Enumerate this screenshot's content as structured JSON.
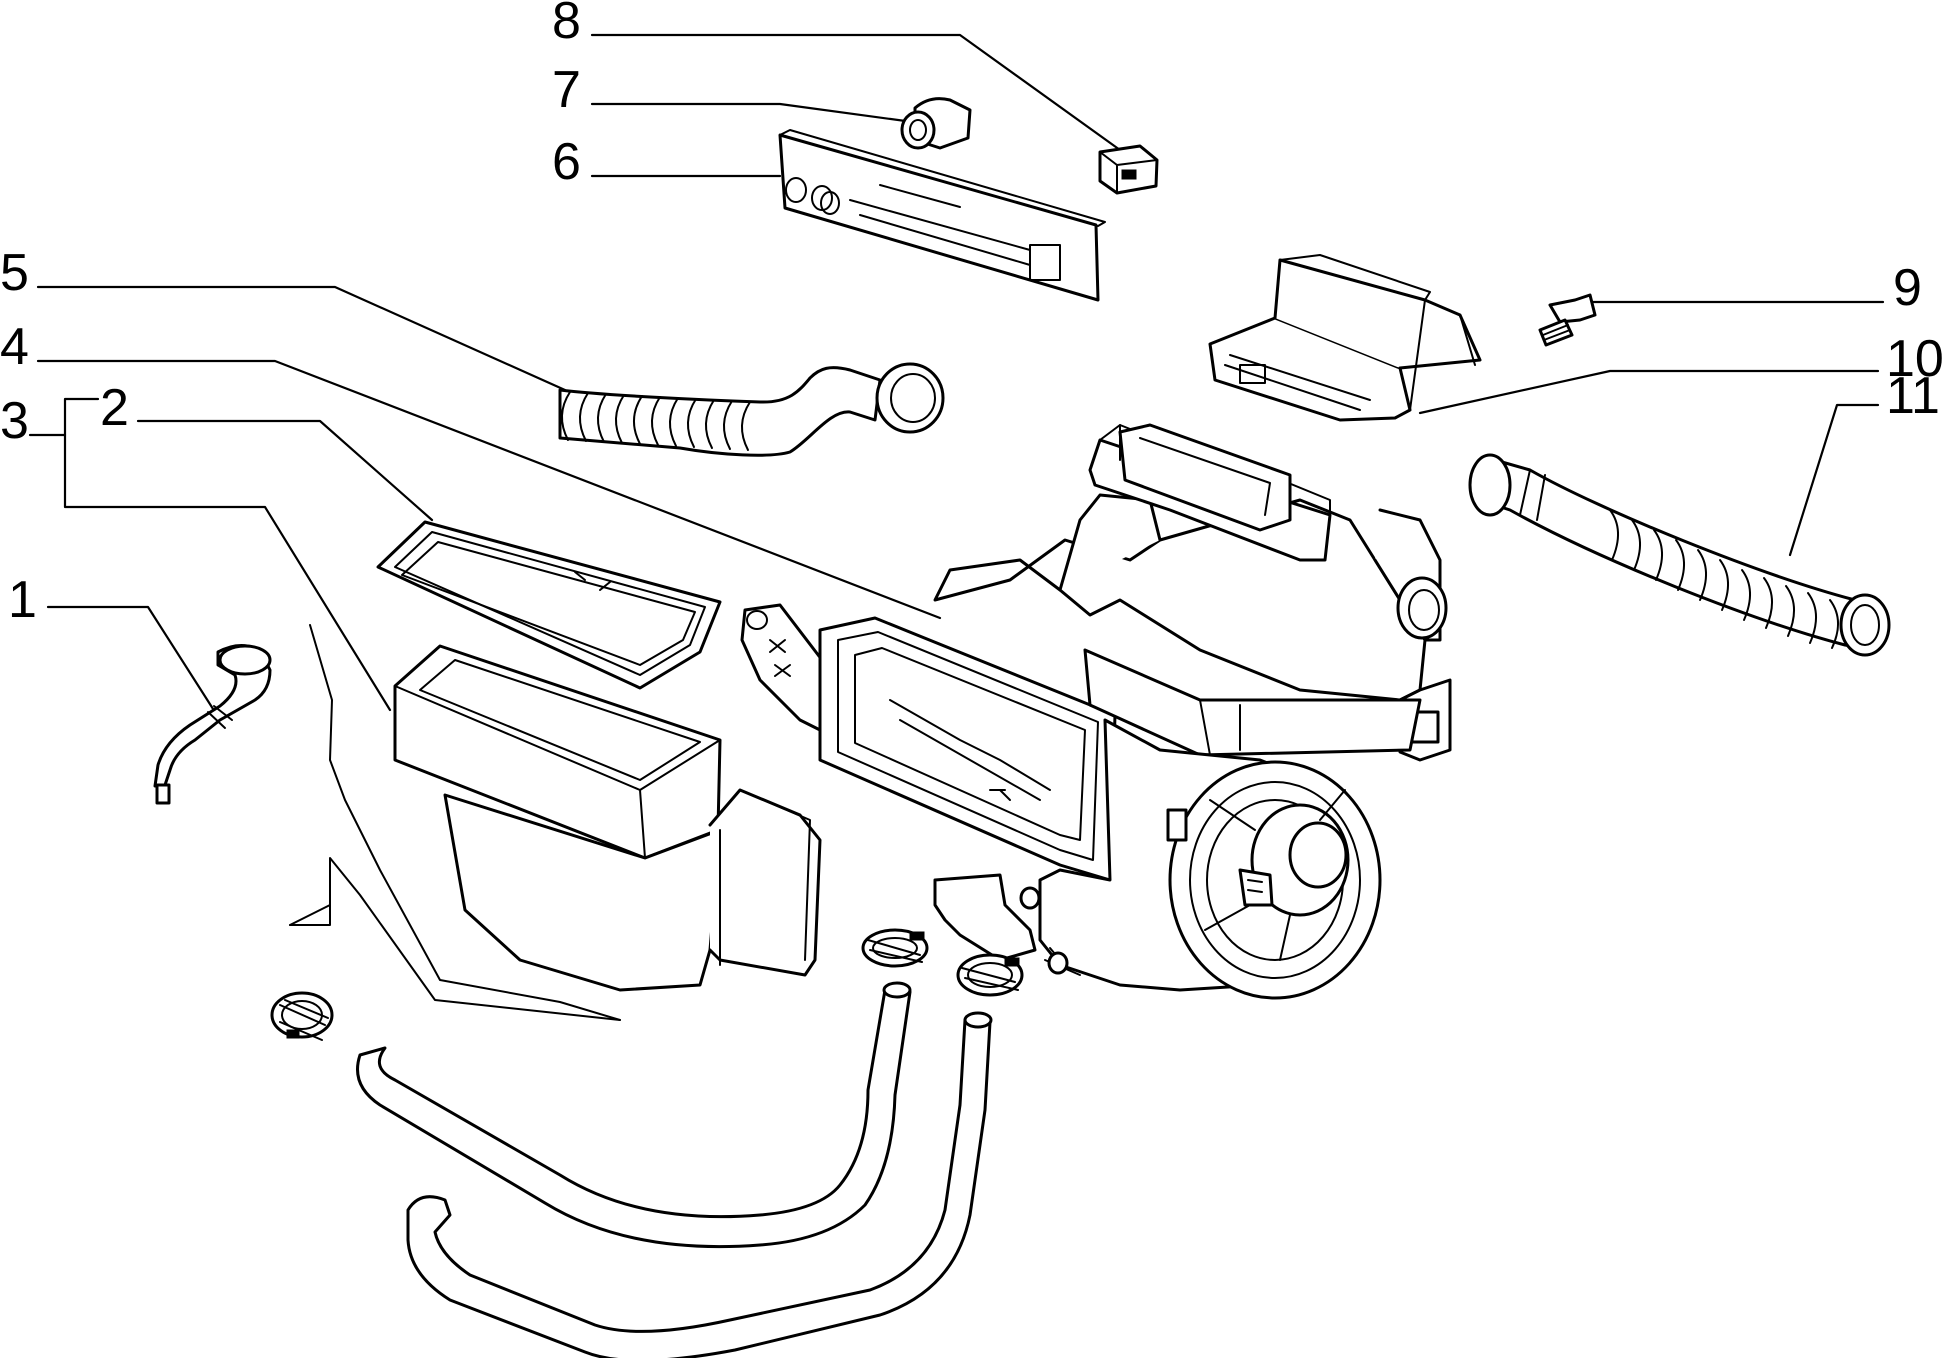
{
  "diagram": {
    "callouts": [
      {
        "id": "1",
        "label": "1"
      },
      {
        "id": "2",
        "label": "2"
      },
      {
        "id": "3",
        "label": "3"
      },
      {
        "id": "4",
        "label": "4"
      },
      {
        "id": "5",
        "label": "5"
      },
      {
        "id": "6",
        "label": "6"
      },
      {
        "id": "7",
        "label": "7"
      },
      {
        "id": "8",
        "label": "8"
      },
      {
        "id": "9",
        "label": "9"
      },
      {
        "id": "10",
        "label": "10"
      },
      {
        "id": "11",
        "label": "11"
      }
    ]
  },
  "colors": {
    "line": "#000000",
    "background": "#ffffff"
  }
}
